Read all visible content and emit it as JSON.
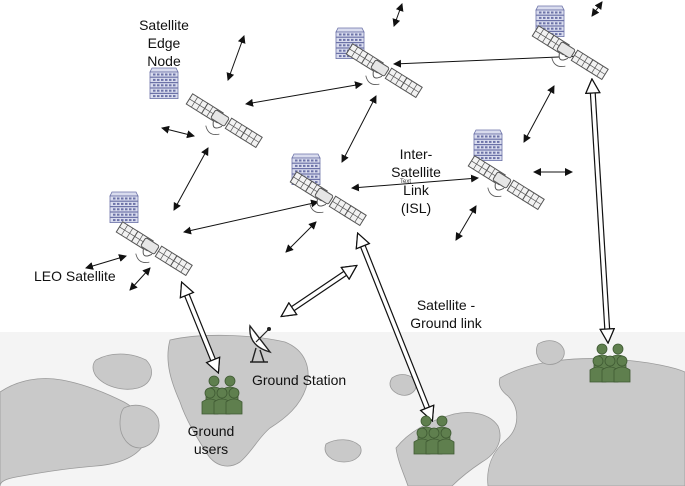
{
  "labels": {
    "edge_node": [
      "Satellite",
      "Edge",
      "Node"
    ],
    "isl": [
      "Inter-",
      "Satellite",
      "Link",
      "(ISL)"
    ],
    "isl_tiny": "Text",
    "leo": "LEO Satellite",
    "ground_link": [
      "Satellite -",
      "Ground link"
    ],
    "ground_station": "Ground Station",
    "ground_users": [
      "Ground",
      "users"
    ]
  },
  "colors": {
    "sea": "#f4f4f4",
    "land": "#c9c9c9",
    "land_edge": "#9a9a9a",
    "server_fill": "#d9dcee",
    "server_stroke": "#6d73a8",
    "panel_fill": "#f2f2f2",
    "panel_stroke": "#555555",
    "people_fill": "#5f7f4e",
    "people_stroke": "#3f5a33",
    "arrow": "#111111"
  },
  "icons": {
    "satellite": "satellite-icon",
    "server": "server-stack-icon",
    "dish": "satellite-dish-icon",
    "people": "people-group-icon"
  }
}
